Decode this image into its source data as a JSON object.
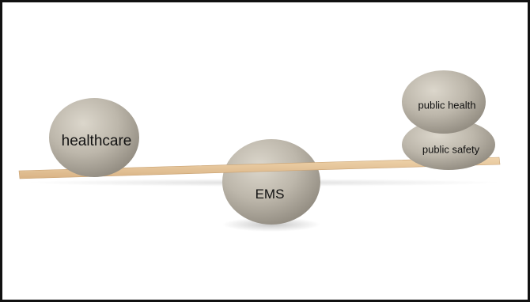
{
  "stones": {
    "left": {
      "label": "healthcare"
    },
    "center": {
      "label": "EMS"
    },
    "right_top": {
      "label": "public health"
    },
    "right_bottom": {
      "label": "public safety"
    }
  },
  "colors": {
    "stone": "#b8b2a6",
    "stone_highlight": "#d9d4c9",
    "plank": "#e6c59a",
    "frame_border": "#111111"
  }
}
